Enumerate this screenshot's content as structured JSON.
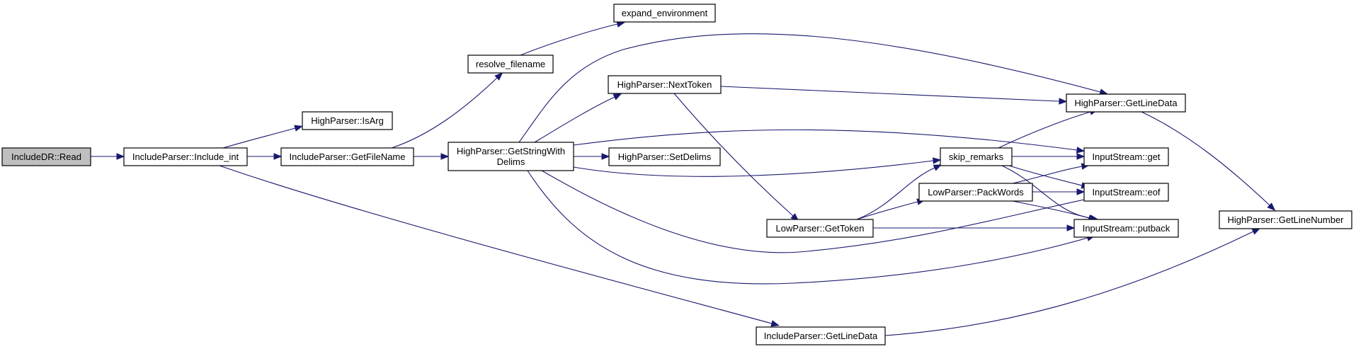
{
  "diagram": {
    "type": "call-graph",
    "edge_color": "#191970",
    "root_fill": "#bfbfbf",
    "nodes": [
      {
        "id": "read",
        "label": [
          "IncludeDR::Read"
        ],
        "root": true
      },
      {
        "id": "include_int",
        "label": [
          "IncludeParser::Include_int"
        ]
      },
      {
        "id": "isarg",
        "label": [
          "HighParser::IsArg"
        ]
      },
      {
        "id": "getfilename",
        "label": [
          "IncludeParser::GetFileName"
        ]
      },
      {
        "id": "resolve",
        "label": [
          "resolve_filename"
        ]
      },
      {
        "id": "expand",
        "label": [
          "expand_environment"
        ]
      },
      {
        "id": "gswd",
        "label": [
          "HighParser::GetStringWith",
          "Delims"
        ]
      },
      {
        "id": "nexttoken",
        "label": [
          "HighParser::NextToken"
        ]
      },
      {
        "id": "setdelims",
        "label": [
          "HighParser::SetDelims"
        ]
      },
      {
        "id": "gettoken",
        "label": [
          "LowParser::GetToken"
        ]
      },
      {
        "id": "skip",
        "label": [
          "skip_remarks"
        ]
      },
      {
        "id": "packwords",
        "label": [
          "LowParser::PackWords"
        ]
      },
      {
        "id": "hp_getlinedata",
        "label": [
          "HighParser::GetLineData"
        ]
      },
      {
        "id": "is_get",
        "label": [
          "InputStream::get"
        ]
      },
      {
        "id": "is_eof",
        "label": [
          "InputStream::eof"
        ]
      },
      {
        "id": "is_putback",
        "label": [
          "InputStream::putback"
        ]
      },
      {
        "id": "getlinenumber",
        "label": [
          "HighParser::GetLineNumber"
        ]
      },
      {
        "id": "ip_getlinedata",
        "label": [
          "IncludeParser::GetLineData"
        ]
      }
    ],
    "edges": [
      {
        "from": "read",
        "to": "include_int"
      },
      {
        "from": "include_int",
        "to": "isarg"
      },
      {
        "from": "include_int",
        "to": "getfilename"
      },
      {
        "from": "include_int",
        "to": "ip_getlinedata"
      },
      {
        "from": "getfilename",
        "to": "resolve"
      },
      {
        "from": "getfilename",
        "to": "gswd"
      },
      {
        "from": "resolve",
        "to": "expand"
      },
      {
        "from": "gswd",
        "to": "hp_getlinedata"
      },
      {
        "from": "gswd",
        "to": "nexttoken"
      },
      {
        "from": "gswd",
        "to": "setdelims"
      },
      {
        "from": "gswd",
        "to": "is_get"
      },
      {
        "from": "gswd",
        "to": "skip"
      },
      {
        "from": "gswd",
        "to": "is_eof"
      },
      {
        "from": "gswd",
        "to": "is_putback"
      },
      {
        "from": "nexttoken",
        "to": "hp_getlinedata"
      },
      {
        "from": "nexttoken",
        "to": "gettoken"
      },
      {
        "from": "gettoken",
        "to": "skip"
      },
      {
        "from": "gettoken",
        "to": "packwords"
      },
      {
        "from": "gettoken",
        "to": "is_putback"
      },
      {
        "from": "skip",
        "to": "hp_getlinedata"
      },
      {
        "from": "skip",
        "to": "is_get"
      },
      {
        "from": "skip",
        "to": "is_eof"
      },
      {
        "from": "skip",
        "to": "is_putback"
      },
      {
        "from": "packwords",
        "to": "is_get"
      },
      {
        "from": "packwords",
        "to": "is_eof"
      },
      {
        "from": "packwords",
        "to": "is_putback"
      },
      {
        "from": "hp_getlinedata",
        "to": "getlinenumber"
      },
      {
        "from": "ip_getlinedata",
        "to": "getlinenumber"
      }
    ]
  }
}
